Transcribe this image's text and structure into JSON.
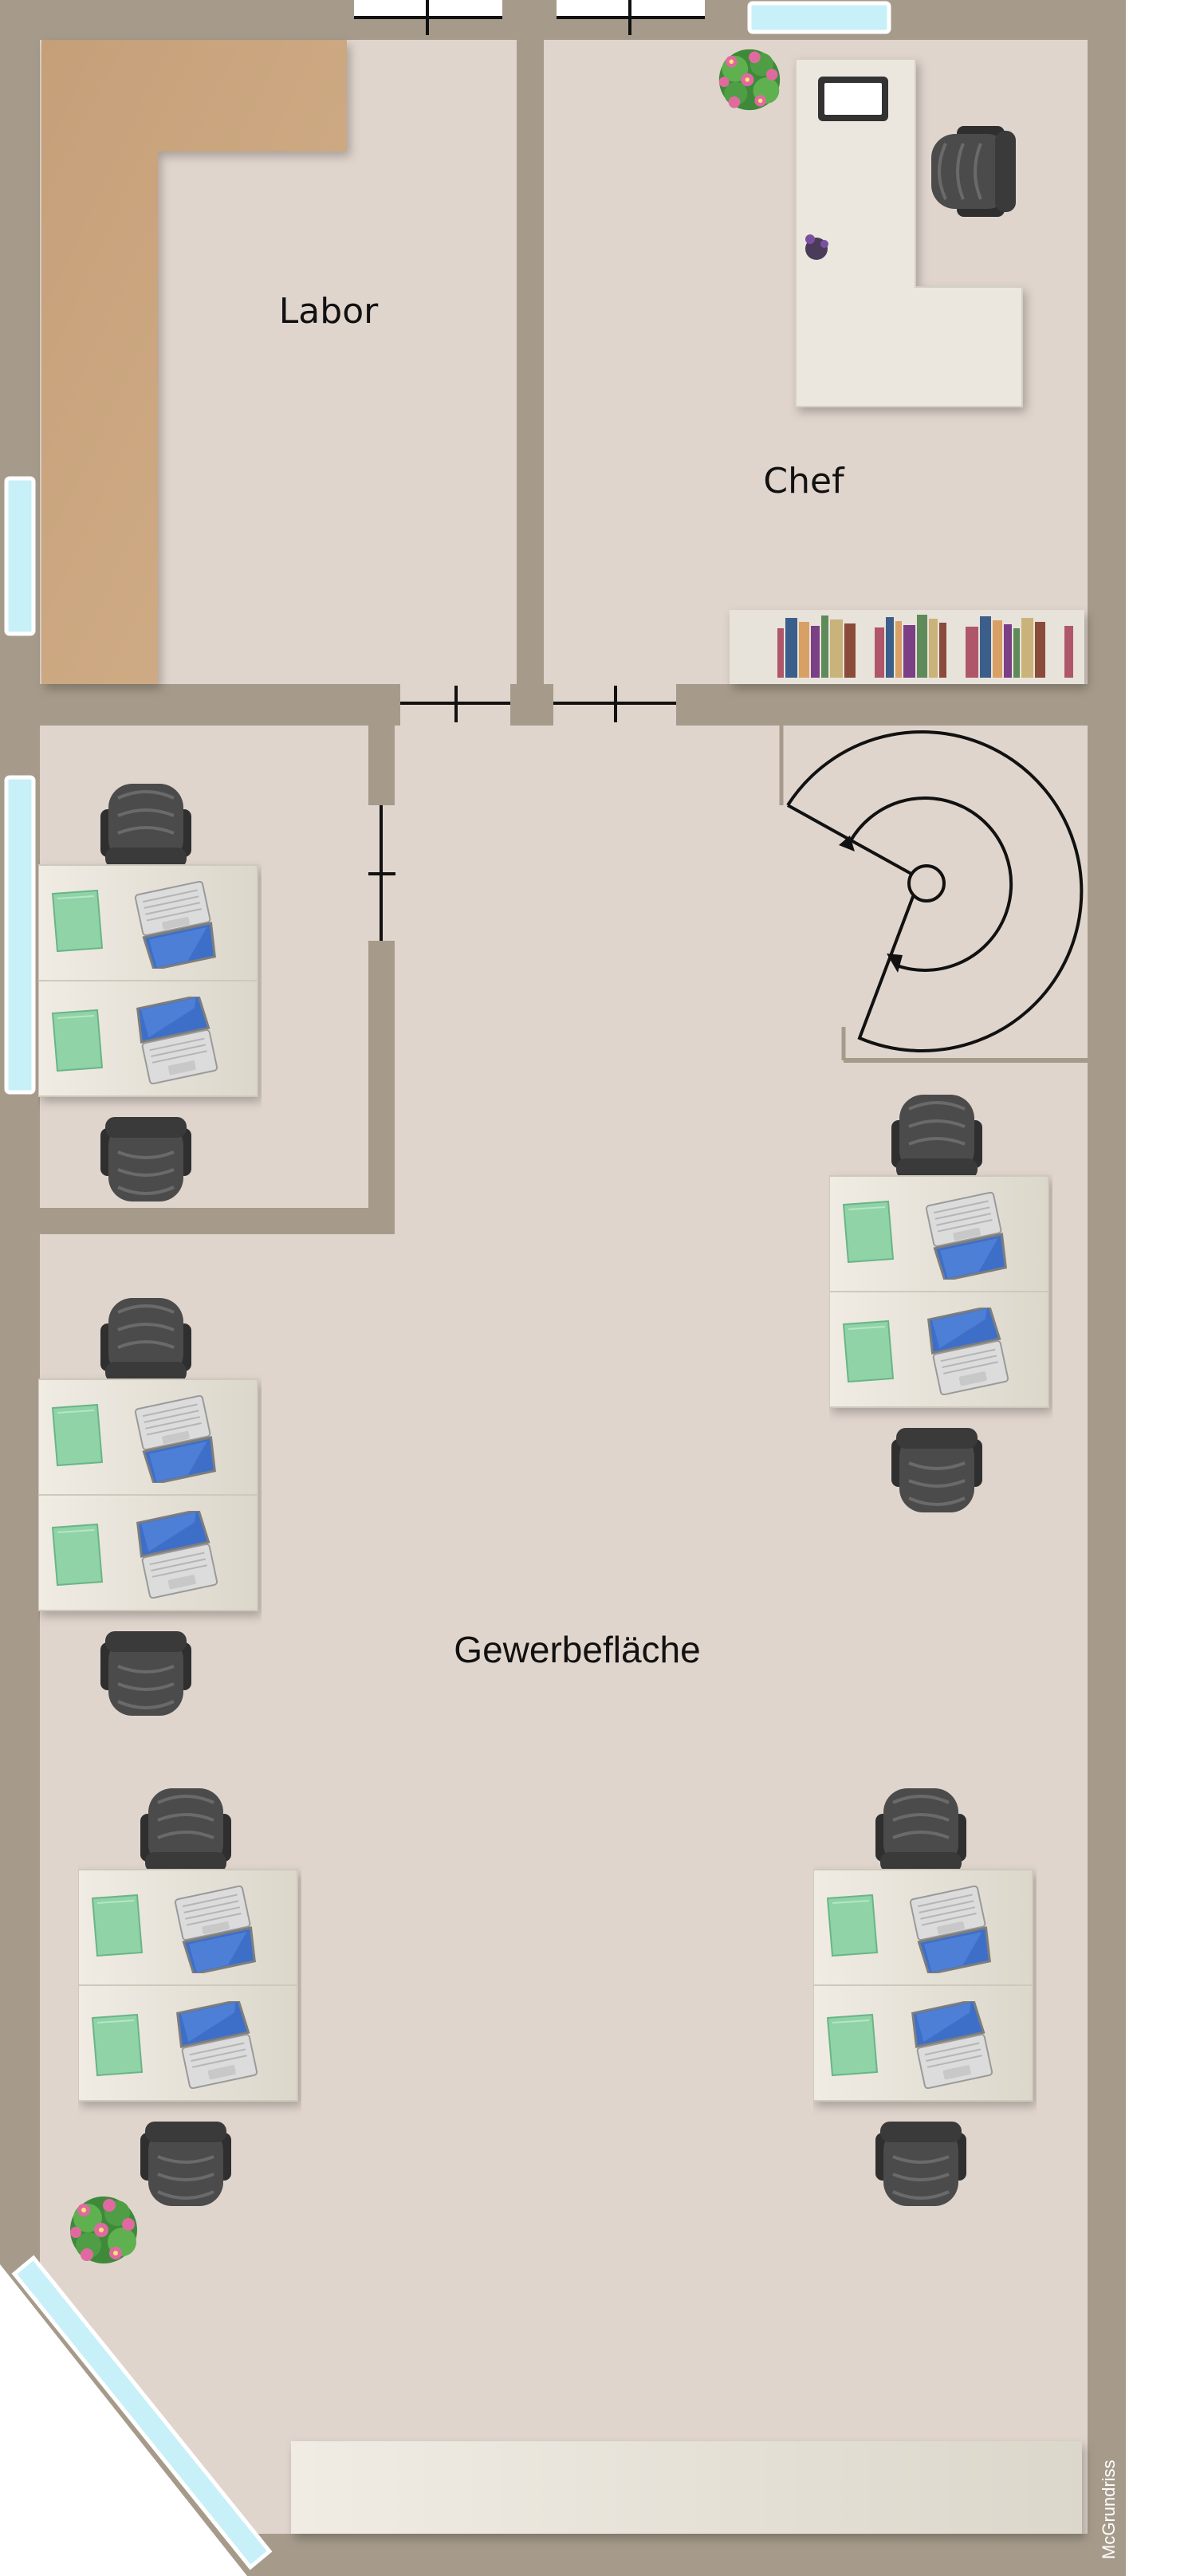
{
  "rooms": {
    "labor": "Labor",
    "chef": "Chef",
    "gewerbe": "Gewerbefläche"
  },
  "watermark": "McGrundriss",
  "colors": {
    "wall": "#a69b8b",
    "floor": "#e0d5cd",
    "counter_wood": "#c8a27a",
    "desk": "#ebe6dc",
    "chair": "#4a4a4a",
    "folder": "#8fd3a7",
    "laptop_screen": "#3d6fc9",
    "window_glass": "#c8f0f8",
    "door_line": "#111111",
    "book_colors": [
      "#b0566a",
      "#3b5f8a",
      "#d9a066",
      "#7b3f86",
      "#5f8a5a",
      "#c9b37a",
      "#8a4b3b"
    ]
  },
  "icons": {
    "desk_set": "office-desk-with-laptops-icon",
    "plant": "potted-plant-icon",
    "stair": "spiral-staircase-icon",
    "shelf": "bookshelf-icon"
  }
}
